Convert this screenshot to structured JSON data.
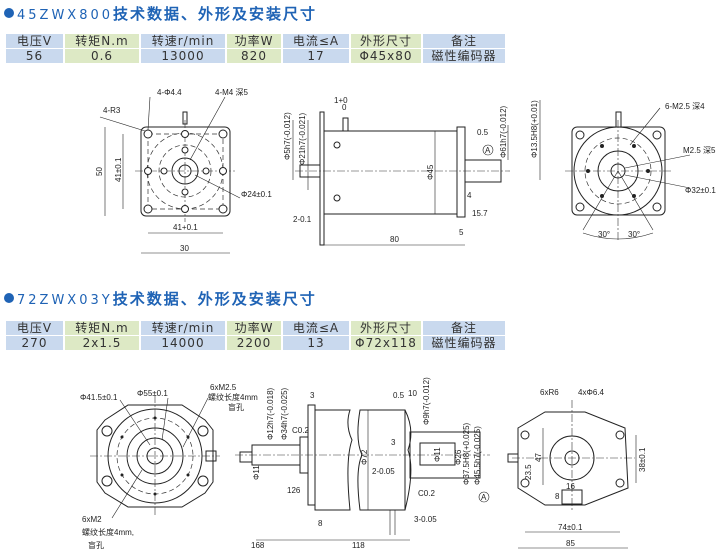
{
  "headers": [
    "电压V",
    "转矩N.m",
    "转速r/min",
    "功率W",
    "电流≤A",
    "外形尺寸",
    "备注"
  ],
  "section1": {
    "model": "45ZWX800",
    "title": "技术数据、外形及安装尺寸",
    "values": [
      "56",
      "0.6",
      "13000",
      "820",
      "17",
      "Φ45x80",
      "磁性编码器"
    ]
  },
  "section2": {
    "model": "72ZWX03Y",
    "title": "技术数据、外形及安装尺寸",
    "values": [
      "270",
      "2x1.5",
      "14000",
      "2200",
      "13",
      "Φ72x118",
      "磁性编码器"
    ]
  },
  "drawing1": {
    "front": [
      "4-R3",
      "4-Φ4.4",
      "4-M4 深5",
      "41±0.1",
      "50",
      "Φ24±0.1",
      "41+0.1",
      "30"
    ],
    "side": [
      "1+0",
      "0",
      "Φ5h7(-0.012)",
      "Φ21h7(-0.021)",
      "Φ45",
      "2-0.1",
      "80",
      "0.5",
      "A",
      "Φ61h7(-0.012)",
      "Φ13.5H8(+0.01)",
      "4",
      "15.7",
      "5"
    ],
    "rear": [
      "6-M2.5 深4",
      "M2.5 深5",
      "Φ32±0.1",
      "30°",
      "30°"
    ]
  },
  "drawing2": {
    "front": [
      "Φ41.5±0.1",
      "Φ55±0.1",
      "6xM2.5",
      "螺纹长度4mm",
      "盲孔",
      "6xM2",
      "螺纹长度4mm,",
      "盲孔"
    ],
    "side": [
      "Φ12h7(-0.018)",
      "Φ34h7(-0.025)",
      "3",
      "C0.2",
      "Φ11",
      "126",
      "Φ72",
      "8",
      "168",
      "118",
      "3",
      "0.5",
      "2-0.05",
      "10",
      "Φ9h7(-0.012)",
      "Φ11",
      "Φ26",
      "Φ37.5H8(+0.025)",
      "Φ45.5h7(-0.025)",
      "A",
      "C0.2",
      "3-0.05"
    ],
    "rear": [
      "6xR6",
      "4xΦ6.4",
      "47",
      "23.5",
      "38±0.1",
      "16",
      "8",
      "74±0.1",
      "85"
    ]
  }
}
